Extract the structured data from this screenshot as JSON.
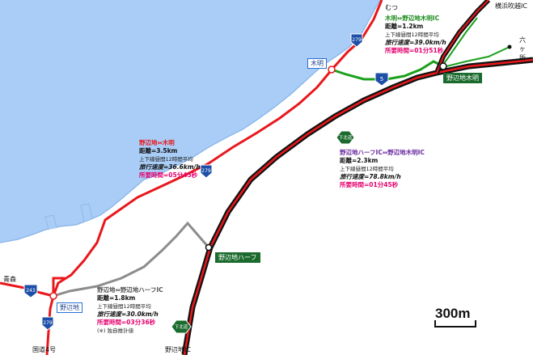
{
  "places": {
    "mutsu": "むつ",
    "yokohama_fukikoshi_ic": "横浜吹越IC",
    "rokkasho": "六ヶ所",
    "kino": "木明",
    "noheji_kimei": "野辺地木明",
    "noheji_half": "野辺地ハーフ",
    "noheji_ic": "野辺地IC",
    "noheji": "野辺地",
    "aomori": "青森",
    "kokudo4": "国道4号",
    "shimokita_label": "下北道"
  },
  "route_numbers": {
    "r279": "279",
    "r5": "5",
    "r243": "243"
  },
  "sections": {
    "kimei_kimeiic": {
      "title": "木明⇔野辺地木明IC",
      "distance": "距離=1.2km",
      "note": "上下線昼間12時間平均",
      "speed": "旅行速度=39.0km/h",
      "time": "所要時間=01分51秒"
    },
    "noheji_kimei": {
      "title": "野辺地⇔木明",
      "distance": "距離=3.5km",
      "note": "上下線昼間12時間平均",
      "speed": "旅行速度=36.6km/h",
      "time": "所要時間=05分45秒"
    },
    "half_kimeiic": {
      "title": "野辺地ハーフIC⇔野辺地木明IC",
      "distance": "距離=2.3km",
      "note": "上下線昼間12時間平均",
      "speed": "旅行速度=78.8km/h",
      "time": "所要時間=01分45秒"
    },
    "noheji_half": {
      "title": "野辺地⇔野辺地ハーフIC",
      "distance": "距離=1.8km",
      "note": "上下線昼間12時間平均",
      "speed": "旅行速度=30.0km/h",
      "time": "所要時間=03分36秒",
      "footnote": "(※) 独自推計値"
    }
  },
  "scale_label": "300m",
  "colors": {
    "sea": "#a9cdf7",
    "coast": "#b8d4f5",
    "route_red": "#e8181c",
    "expressway_black": "#111111",
    "route_green": "#1aa01a",
    "route_gray": "#8c8c8c",
    "green_title": "#1b8a1b",
    "red_title": "#e8181c",
    "purple_title": "#6a2aa0",
    "time_pink": "#e6006e"
  }
}
